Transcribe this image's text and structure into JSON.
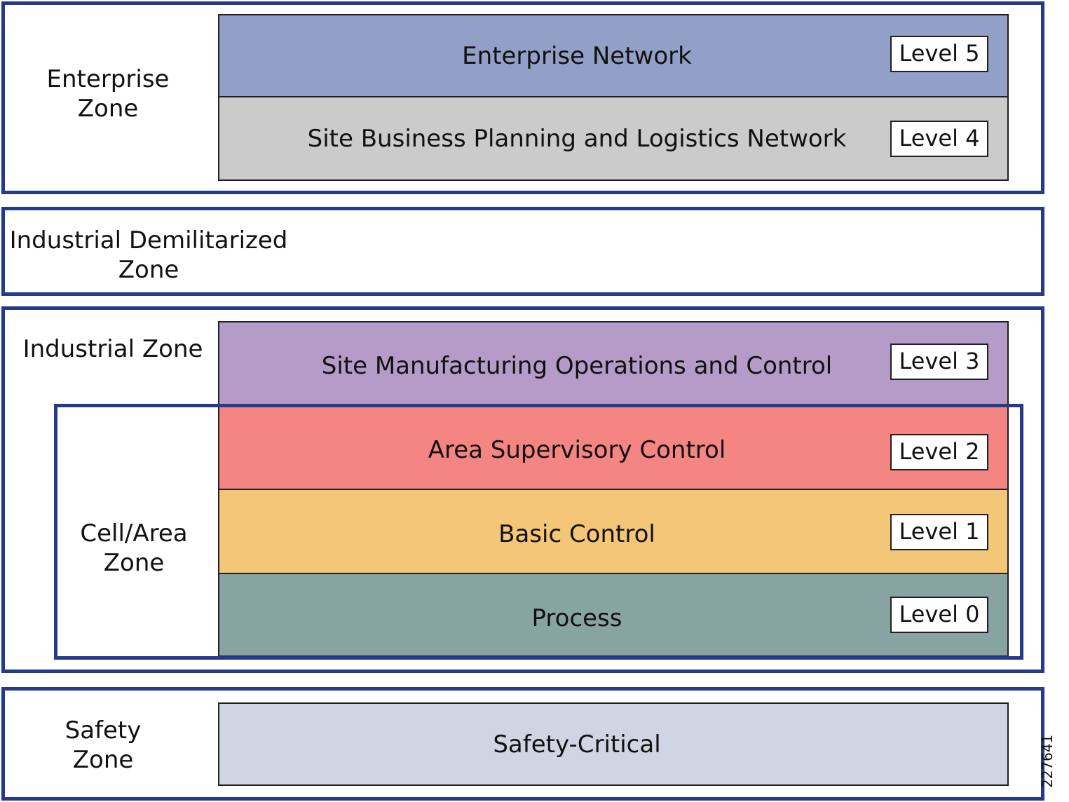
{
  "colors": {
    "zone_border": "#253a8a",
    "level5": "#929fc6",
    "level4": "#cbcbcb",
    "level3": "#b59bc8",
    "level2": "#f48583",
    "level1": "#f4c778",
    "level0": "#88a4a2",
    "safety": "#cfd5e3"
  },
  "zones": {
    "enterprise": "Enterprise\nZone",
    "idmz": "Industrial Demilitarized\nZone",
    "industrial": "Industrial Zone",
    "cell_area": "Cell/Area\nZone",
    "safety": "Safety\nZone"
  },
  "levels": {
    "l5": {
      "title": "Enterprise Network",
      "level": "Level 5"
    },
    "l4": {
      "title": "Site Business Planning and Logistics Network",
      "level": "Level 4"
    },
    "l3": {
      "title": "Site Manufacturing Operations and Control",
      "level": "Level 3"
    },
    "l2": {
      "title": "Area Supervisory Control",
      "level": "Level 2"
    },
    "l1": {
      "title": "Basic Control",
      "level": "Level 1"
    },
    "l0": {
      "title": "Process",
      "level": "Level 0"
    }
  },
  "safety_critical": {
    "title": "Safety-Critical"
  },
  "figure_id": "227641"
}
